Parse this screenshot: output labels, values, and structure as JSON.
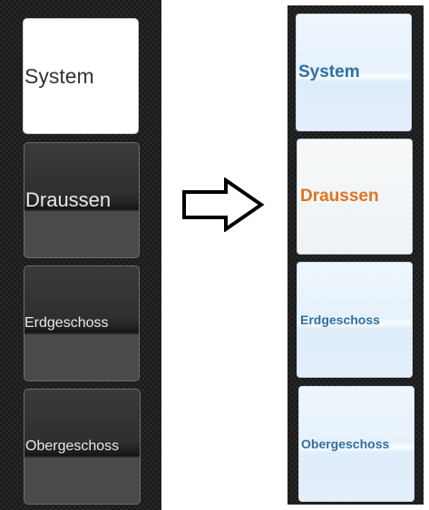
{
  "before": {
    "buttons": [
      {
        "label": "System",
        "state": "selected"
      },
      {
        "label": "Draussen",
        "state": "normal"
      },
      {
        "label": "Erdgeschoss",
        "state": "normal"
      },
      {
        "label": "Obergeschoss",
        "state": "normal"
      }
    ]
  },
  "after": {
    "buttons": [
      {
        "label": "System",
        "state": "normal"
      },
      {
        "label": "Draussen",
        "state": "selected"
      },
      {
        "label": "Erdgeschoss",
        "state": "normal"
      },
      {
        "label": "Obergeschoss",
        "state": "normal"
      }
    ]
  },
  "arrow_icon": "right-arrow-icon",
  "colors": {
    "panel_bg": "#1b1b1b",
    "dark_button": "#3a3a3a",
    "light_button": "#e6f1fb",
    "light_button_text": "#2f6fa3",
    "selected_text": "#de7320"
  }
}
